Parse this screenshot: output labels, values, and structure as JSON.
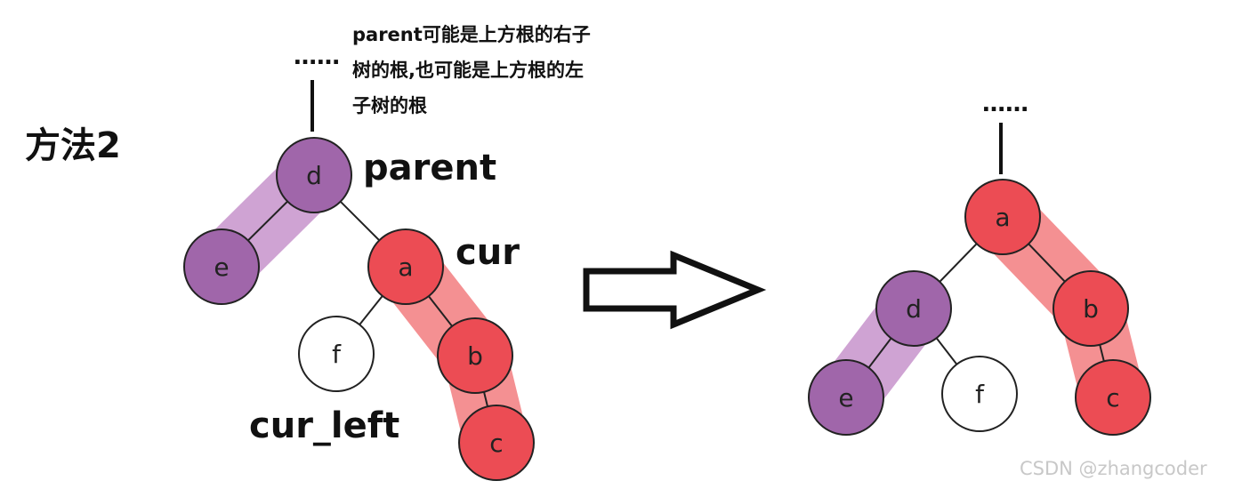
{
  "title": "方法2",
  "note": {
    "lines": [
      "parent可能是上方根的右子",
      "树的根,也可能是上方根的左",
      "子树的根"
    ]
  },
  "labels": {
    "parent": "parent",
    "cur": "cur",
    "cur_left": "cur_left"
  },
  "ellipsis": "……",
  "watermark": "CSDN @zhangcoder",
  "colors": {
    "purple_node": "#a066aa",
    "purple_band": "#cfa3d3",
    "red_node": "#ec4c54",
    "red_band": "#f49092",
    "white_node": "#ffffff",
    "stroke": "#222222"
  },
  "before": {
    "nodes": [
      {
        "id": "d",
        "label": "d",
        "color": "purple"
      },
      {
        "id": "e",
        "label": "e",
        "color": "purple"
      },
      {
        "id": "a",
        "label": "a",
        "color": "red"
      },
      {
        "id": "f",
        "label": "f",
        "color": "white"
      },
      {
        "id": "b",
        "label": "b",
        "color": "red"
      },
      {
        "id": "c",
        "label": "c",
        "color": "red"
      }
    ],
    "edges": [
      [
        "d",
        "e"
      ],
      [
        "d",
        "a"
      ],
      [
        "a",
        "f"
      ],
      [
        "a",
        "b"
      ],
      [
        "b",
        "c"
      ]
    ]
  },
  "after": {
    "nodes": [
      {
        "id": "a",
        "label": "a",
        "color": "red"
      },
      {
        "id": "d",
        "label": "d",
        "color": "purple"
      },
      {
        "id": "b",
        "label": "b",
        "color": "red"
      },
      {
        "id": "e",
        "label": "e",
        "color": "purple"
      },
      {
        "id": "f",
        "label": "f",
        "color": "white"
      },
      {
        "id": "c",
        "label": "c",
        "color": "red"
      }
    ],
    "edges": [
      [
        "a",
        "d"
      ],
      [
        "a",
        "b"
      ],
      [
        "d",
        "e"
      ],
      [
        "d",
        "f"
      ],
      [
        "b",
        "c"
      ]
    ]
  }
}
